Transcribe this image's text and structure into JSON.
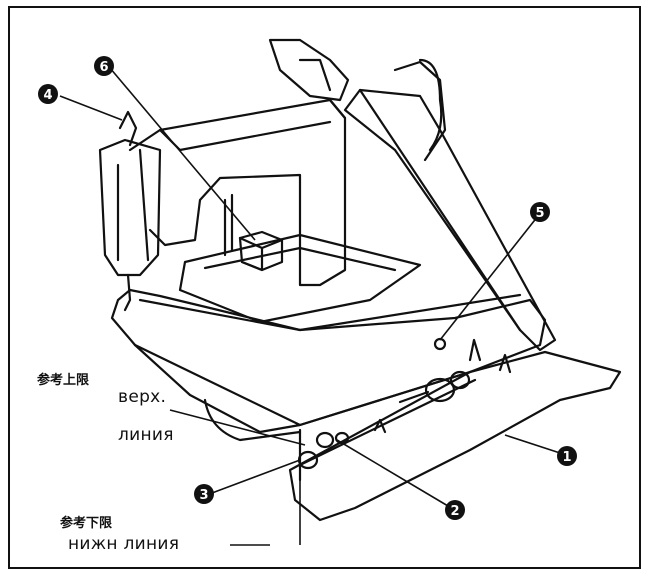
{
  "callouts": [
    {
      "id": "1",
      "label": "1"
    },
    {
      "id": "2",
      "label": "2"
    },
    {
      "id": "3",
      "label": "3"
    },
    {
      "id": "4",
      "label": "4"
    },
    {
      "id": "5",
      "label": "5"
    },
    {
      "id": "6",
      "label": "6"
    }
  ],
  "labels": {
    "upper_limit_cn": "参考上限",
    "upper_line_ru_1": "верх.",
    "upper_line_ru_2": "линия",
    "lower_limit_cn": "参考下限",
    "lower_line_ru": "нижн линия"
  },
  "colors": {
    "ink": "#111111",
    "background": "#ffffff"
  }
}
